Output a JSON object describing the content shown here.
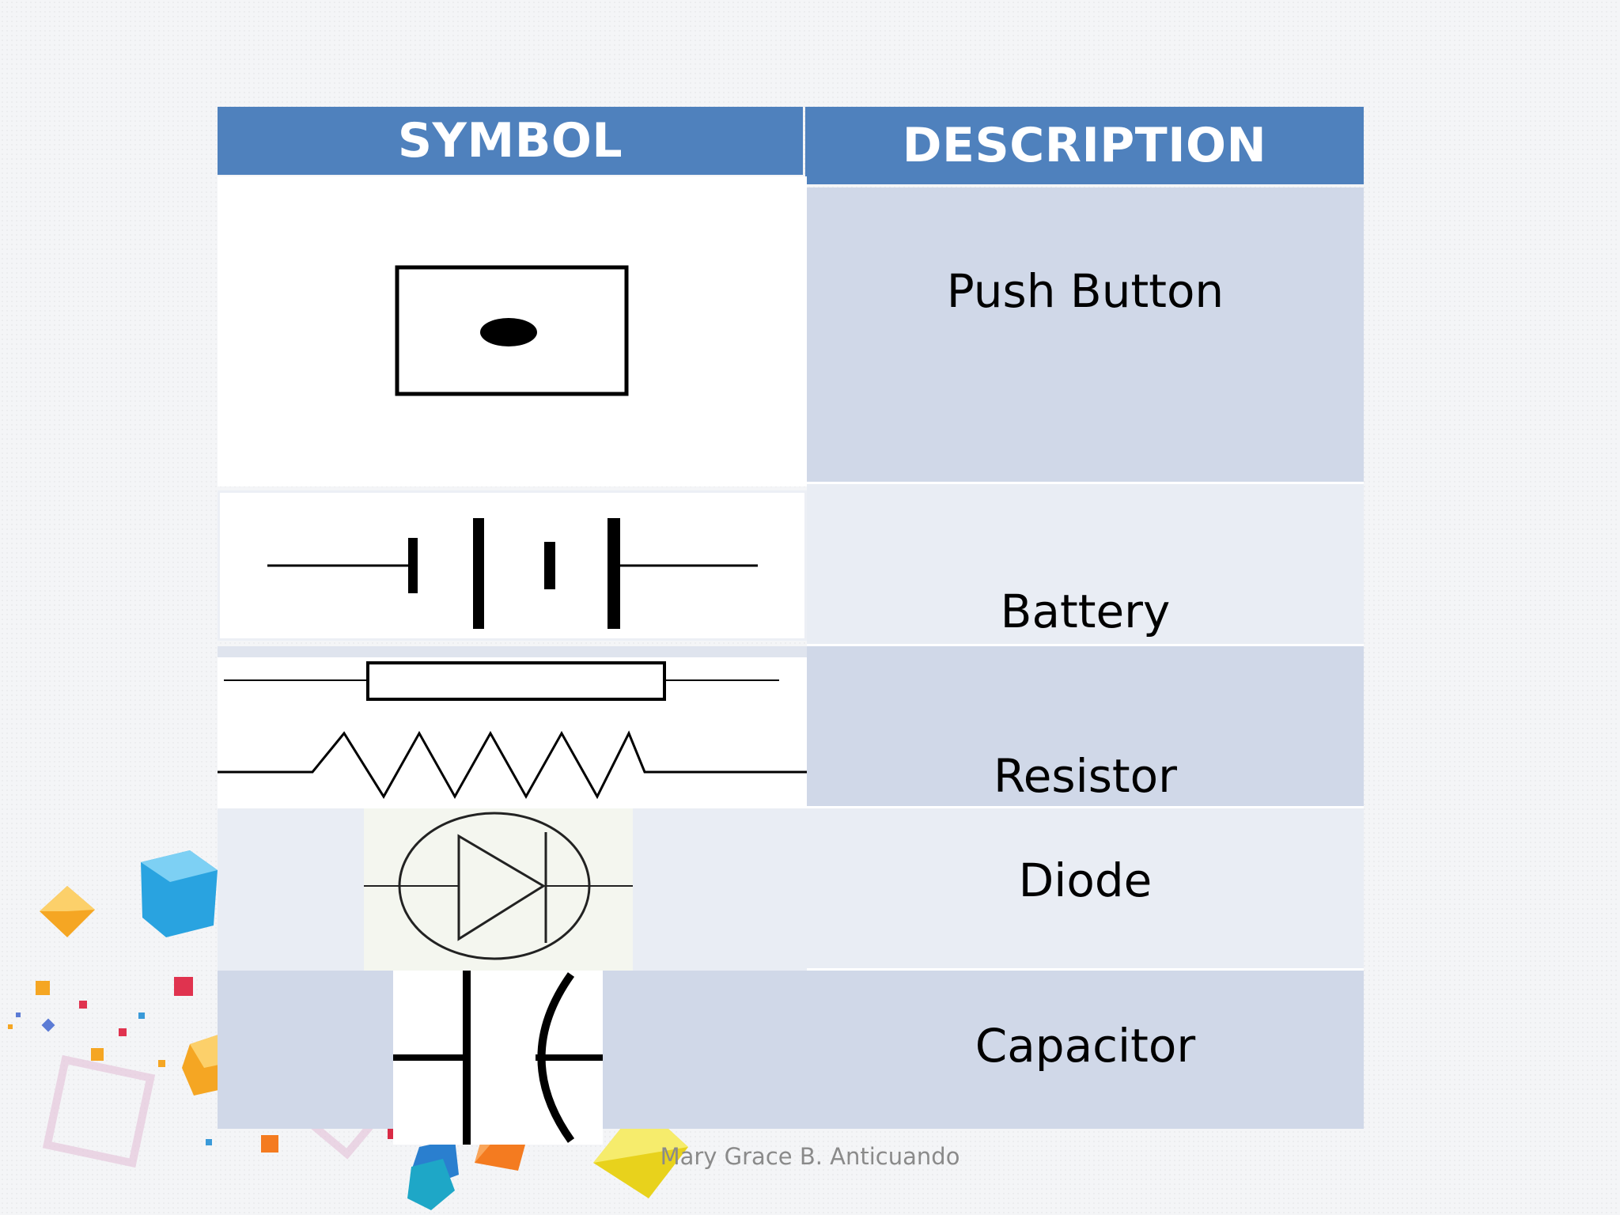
{
  "table": {
    "headers": {
      "symbol": "SYMBOL",
      "description": "DESCRIPTION"
    },
    "rows": [
      {
        "symbol_icon": "push-button-symbol-icon",
        "description": "Push Button"
      },
      {
        "symbol_icon": "battery-symbol-icon",
        "description": "Battery"
      },
      {
        "symbol_icon": "resistor-symbol-icon",
        "description": "Resistor"
      },
      {
        "symbol_icon": "diode-symbol-icon",
        "description": "Diode"
      },
      {
        "symbol_icon": "capacitor-symbol-icon",
        "description": "Capacitor"
      }
    ]
  },
  "footer": {
    "author": "Mary Grace B. Anticuando"
  },
  "colors": {
    "header_bg": "#4f81bd",
    "row_dark": "#d0d8e8",
    "row_light": "#e9edf4"
  }
}
